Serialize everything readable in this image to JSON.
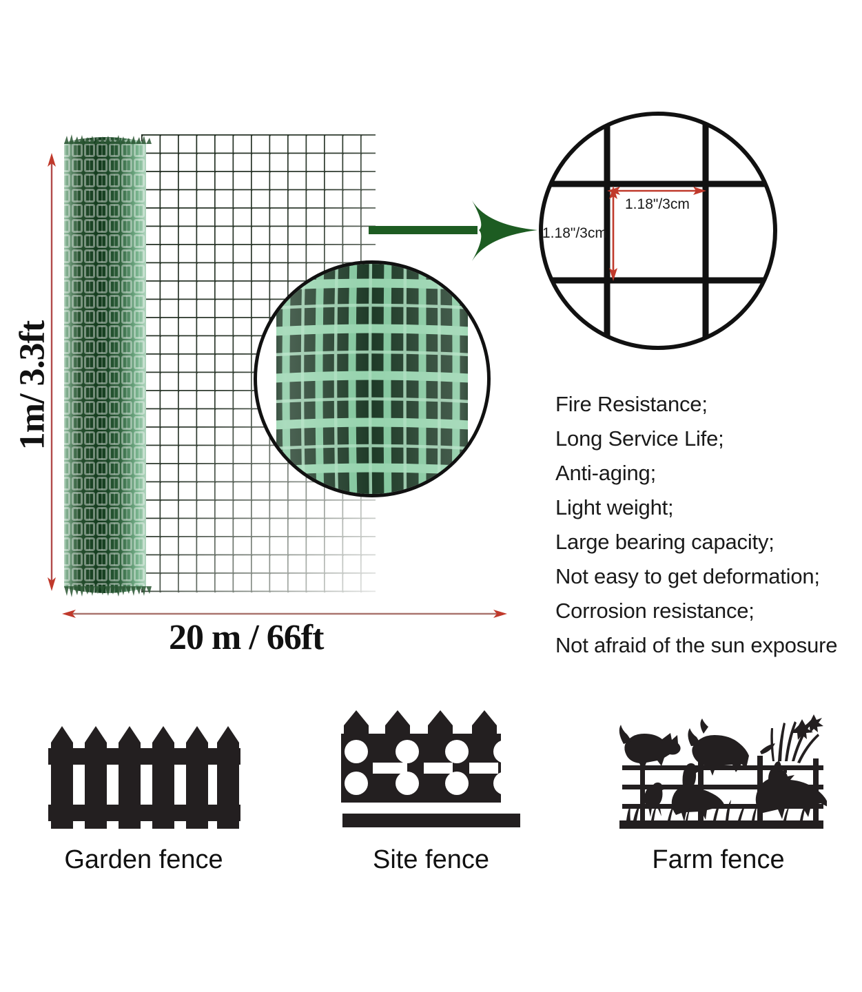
{
  "product": {
    "dimensions": {
      "height_label": "1m/ 3.3ft",
      "width_label": "20 m / 66ft"
    },
    "mesh_spec": {
      "horizontal_label": "1.18\"/3cm",
      "vertical_label": "1.18\"/3cm"
    },
    "colors": {
      "mesh_green": "#3f7a52",
      "closeup_green": "#7cc398",
      "arrow_green": "#1d5c22",
      "dimension_red": "#c0392b",
      "silhouette_black": "#231f20"
    }
  },
  "features": {
    "items": [
      "Fire Resistance;",
      "Long Service Life;",
      "Anti-aging;",
      "Light weight;",
      "Large bearing capacity;",
      "Not easy to get deformation;",
      "Corrosion resistance;",
      "Not afraid of the sun exposure"
    ]
  },
  "usecases": {
    "items": [
      {
        "label": "Garden fence",
        "icon": "picket-fence-icon"
      },
      {
        "label": "Site fence",
        "icon": "site-barrier-fence-icon"
      },
      {
        "label": "Farm fence",
        "icon": "farm-fence-animals-icon"
      }
    ]
  }
}
